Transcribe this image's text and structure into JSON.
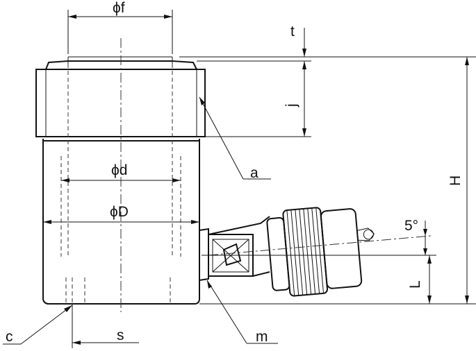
{
  "labels": {
    "phi_f": "ϕf",
    "phi_d": "ϕd",
    "phi_D": "ϕD",
    "t": "t",
    "j": "j",
    "H": "H",
    "a": "a",
    "c": "c",
    "s": "s",
    "m": "m",
    "L": "L",
    "angle": "5°"
  },
  "colors": {
    "line": "#111111",
    "background": "#ffffff"
  }
}
